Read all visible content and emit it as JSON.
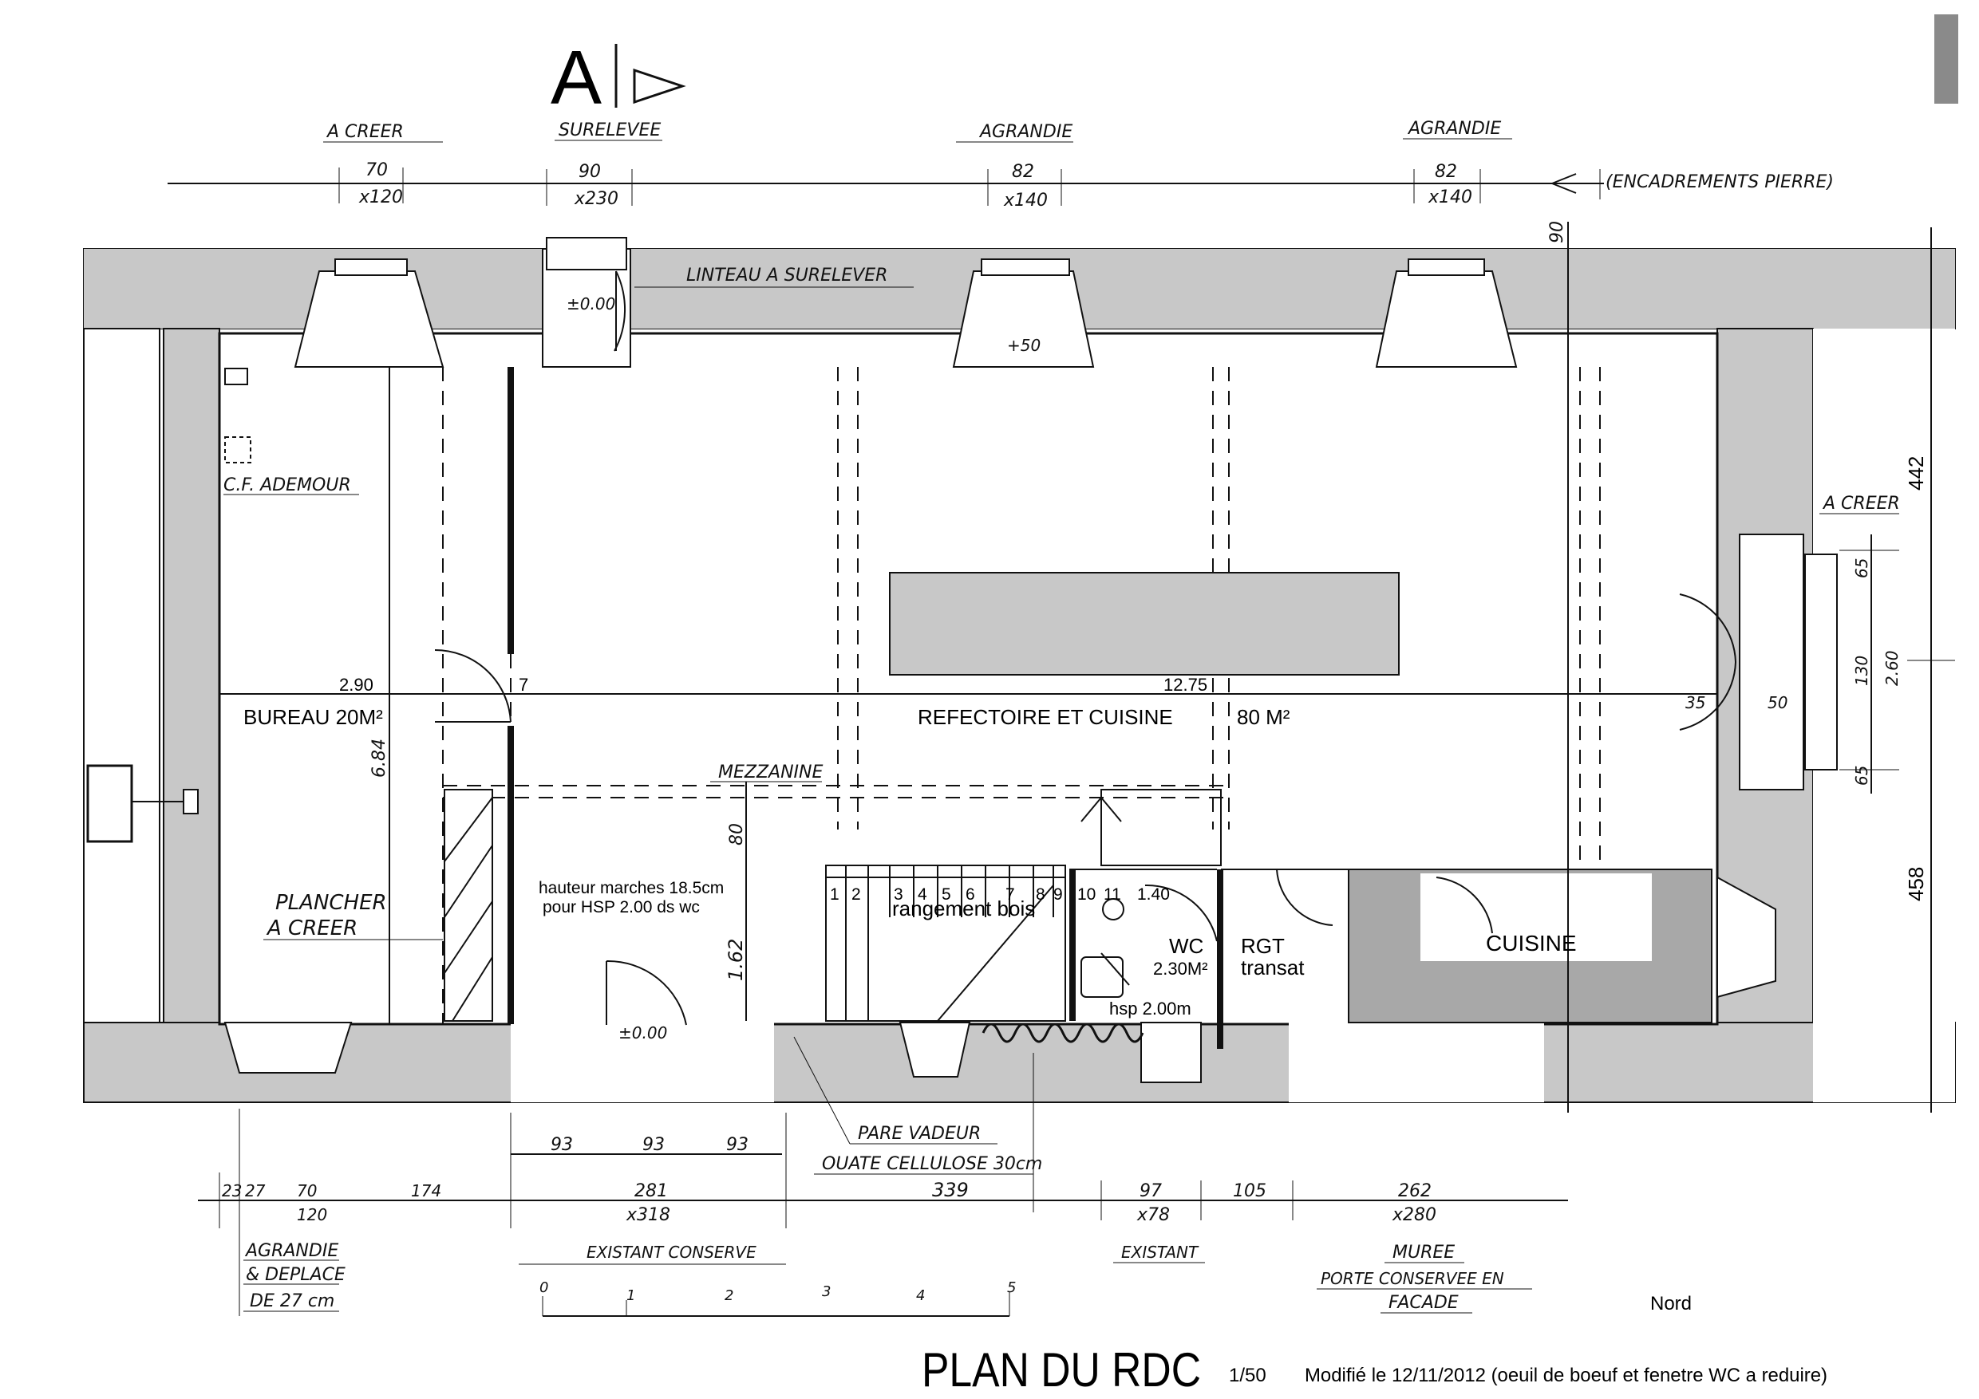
{
  "section_marker": {
    "letter": "A"
  },
  "top_annotations": {
    "openings": [
      {
        "status": "A CREER",
        "width": "70",
        "size": "x120"
      },
      {
        "status": "SURELEVEE",
        "width": "90",
        "size": "x230"
      },
      {
        "status": "AGRANDIE",
        "width": "82",
        "size": "x140"
      },
      {
        "status": "AGRANDIE",
        "width": "82",
        "size": "x140"
      }
    ],
    "encadrements": "(ENCADREMENTS PIERRE)",
    "linteau": "LINTEAU A SURELEVER"
  },
  "rooms": {
    "bureau": "BUREAU  20M²",
    "refectoire": "REFECTOIRE ET CUISINE",
    "refectoire_area": "80 M²",
    "wc": "WC",
    "wc_area": "2.30M²",
    "wc_hsp": "hsp 2.00m",
    "rgt": "RGT",
    "rgt_sub": "transat",
    "cuisine": "CUISINE",
    "rangement": "rangement bois",
    "mezzanine": "MEZZANINE"
  },
  "annotations": {
    "cf_ademour": "C.F. ADEMOUR",
    "plancher_line1": "PLANCHER",
    "plancher_line2": "A CREER",
    "hauteur_line1": "hauteur marches 18.5cm",
    "hauteur_line2": "pour HSP 2.00 ds wc",
    "level_door_top": "±0.00",
    "level_window": "+50",
    "level_door_bottom": "±0.00",
    "pare_vapeur": "PARE VADEUR",
    "ouate": "OUATE CELLULOSE 30cm",
    "a_creer_right": "A CREER",
    "nord": "Nord"
  },
  "stairs": {
    "steps": [
      "1",
      "2",
      "3",
      "4",
      "5",
      "6",
      "7",
      "8",
      "9",
      "10",
      "11"
    ],
    "landing": "1.40"
  },
  "dimensions": {
    "bureau_width": "2.90",
    "total_width": "12.75",
    "door_mark": "7",
    "bureau_depth": "6.84",
    "stair_80": "80",
    "stair_162": "1.62",
    "top_90": "90",
    "right_442": "442",
    "right_458": "458",
    "right_65a": "65",
    "right_130": "130",
    "right_260": "2.60",
    "right_65b": "65",
    "right_35": "35",
    "right_50": "50",
    "bottom_93a": "93",
    "bottom_93b": "93",
    "bottom_93c": "93",
    "bottom_23": "23",
    "bottom_27": "27",
    "bottom_70": "70",
    "bottom_120": "120",
    "bottom_174": "174",
    "bottom_281": "281",
    "bottom_x318": "x318",
    "bottom_339": "339",
    "bottom_97": "97",
    "bottom_x78": "x78",
    "bottom_105": "105",
    "bottom_262": "262",
    "bottom_x280": "x280"
  },
  "bottom_annotations": {
    "agrandie_1": "AGRANDIE",
    "agrandie_2": "& DEPLACE",
    "agrandie_3": "DE 27 cm",
    "existant_conserve": "EXISTANT CONSERVE",
    "existant": "EXISTANT",
    "muree_1": "MUREE",
    "muree_2": "PORTE CONSERVEE EN",
    "muree_3": "FACADE"
  },
  "scale_bar": {
    "ticks": [
      "0",
      "1",
      "2",
      "3",
      "4",
      "5"
    ]
  },
  "title_block": {
    "title": "PLAN DU RDC",
    "scale": "1/50",
    "modified": "Modifié le 12/11/2012 (oeuil de boeuf et fenetre WC a reduire)"
  },
  "colors": {
    "wall": "#c8c8c8",
    "cuisine_fill": "#a8a8a8",
    "ink": "#111111"
  }
}
